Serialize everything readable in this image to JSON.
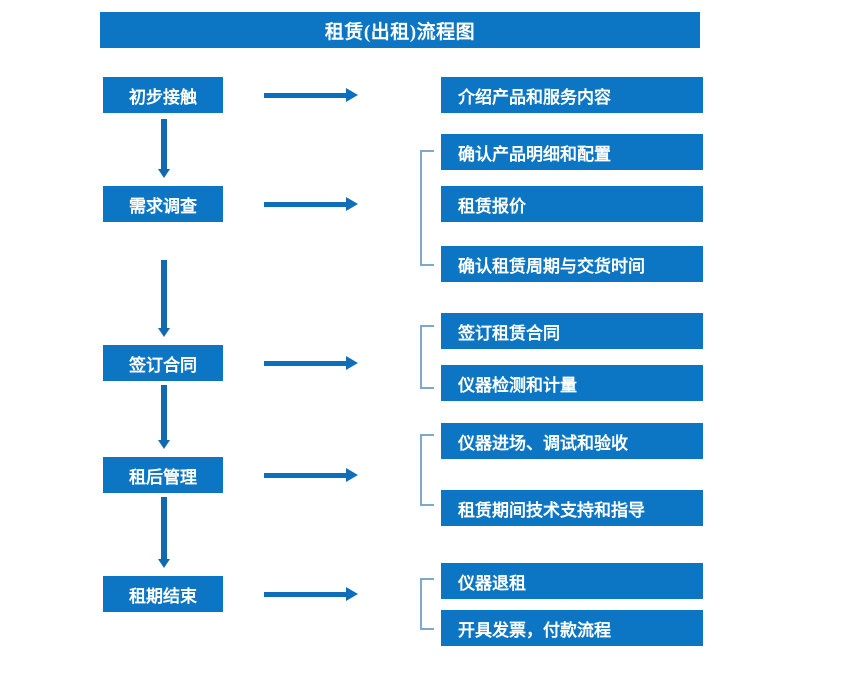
{
  "diagram": {
    "title": "租赁(出租)流程图",
    "theme": {
      "box_fill": "#0d76c4",
      "box_text": "#ffffff",
      "arrow": "#0d6fbc",
      "bracket": "#7fa8cf",
      "background": "#ffffff"
    },
    "stages": [
      {
        "label": "初步接触"
      },
      {
        "label": "需求调查"
      },
      {
        "label": "签订合同"
      },
      {
        "label": "租后管理"
      },
      {
        "label": "租期结束"
      }
    ],
    "details": [
      {
        "label": "介绍产品和服务内容"
      },
      {
        "label": "确认产品明细和配置"
      },
      {
        "label": "租赁报价"
      },
      {
        "label": "确认租赁周期与交货时间"
      },
      {
        "label": "签订租赁合同"
      },
      {
        "label": "仪器检测和计量"
      },
      {
        "label": "仪器进场、调试和验收"
      },
      {
        "label": "租赁期间技术支持和指导"
      },
      {
        "label": "仪器退租"
      },
      {
        "label": "开具发票，付款流程"
      }
    ]
  }
}
